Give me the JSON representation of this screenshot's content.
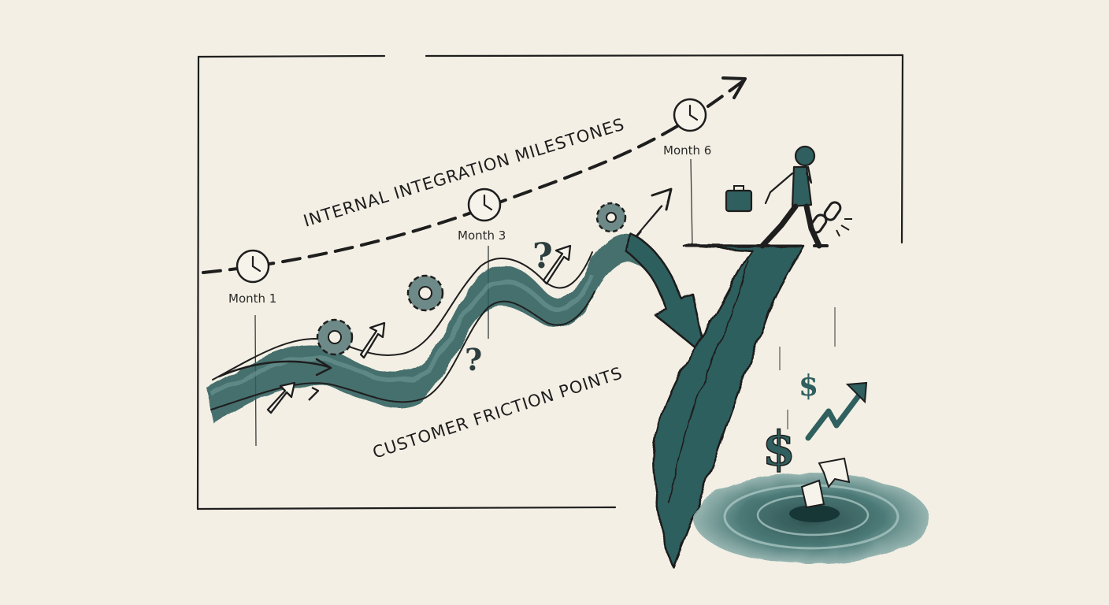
{
  "labels": {
    "milestones": "INTERNAL INTEGRATION MILESTONES",
    "friction": "CUSTOMER FRICTION POINTS"
  },
  "months": [
    {
      "label": "Month 1"
    },
    {
      "label": "Month 3"
    },
    {
      "label": "Month 6"
    }
  ],
  "colors": {
    "paper": "#f3efe4",
    "ink": "#1e1e1e",
    "teal": "#2f5f5e",
    "teal_dark": "#1f4544",
    "teal_light": "#5f8c8a"
  },
  "icons": [
    "clock-icon",
    "gear-icon",
    "question-mark-icon",
    "arrow-icon",
    "businessman-icon",
    "briefcase-icon",
    "broken-chain-icon",
    "dollar-icon",
    "torn-paper-icon",
    "whirlpool-icon",
    "cliff-icon"
  ]
}
